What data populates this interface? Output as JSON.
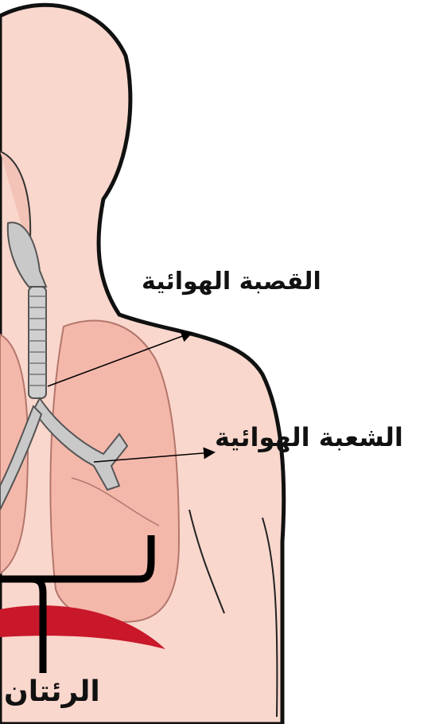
{
  "labels": {
    "trachea": "القصبة الهوائية",
    "bronchus": "الشعبة الهوائية",
    "lungs": "الرئتان"
  },
  "colors": {
    "skin": "#f9d7cc",
    "lung": "#f4b8ab",
    "lung_dark": "#ee9f92",
    "airway": "#c9c9c9",
    "diaphragm": "#c8182a",
    "outline": "#111111"
  }
}
